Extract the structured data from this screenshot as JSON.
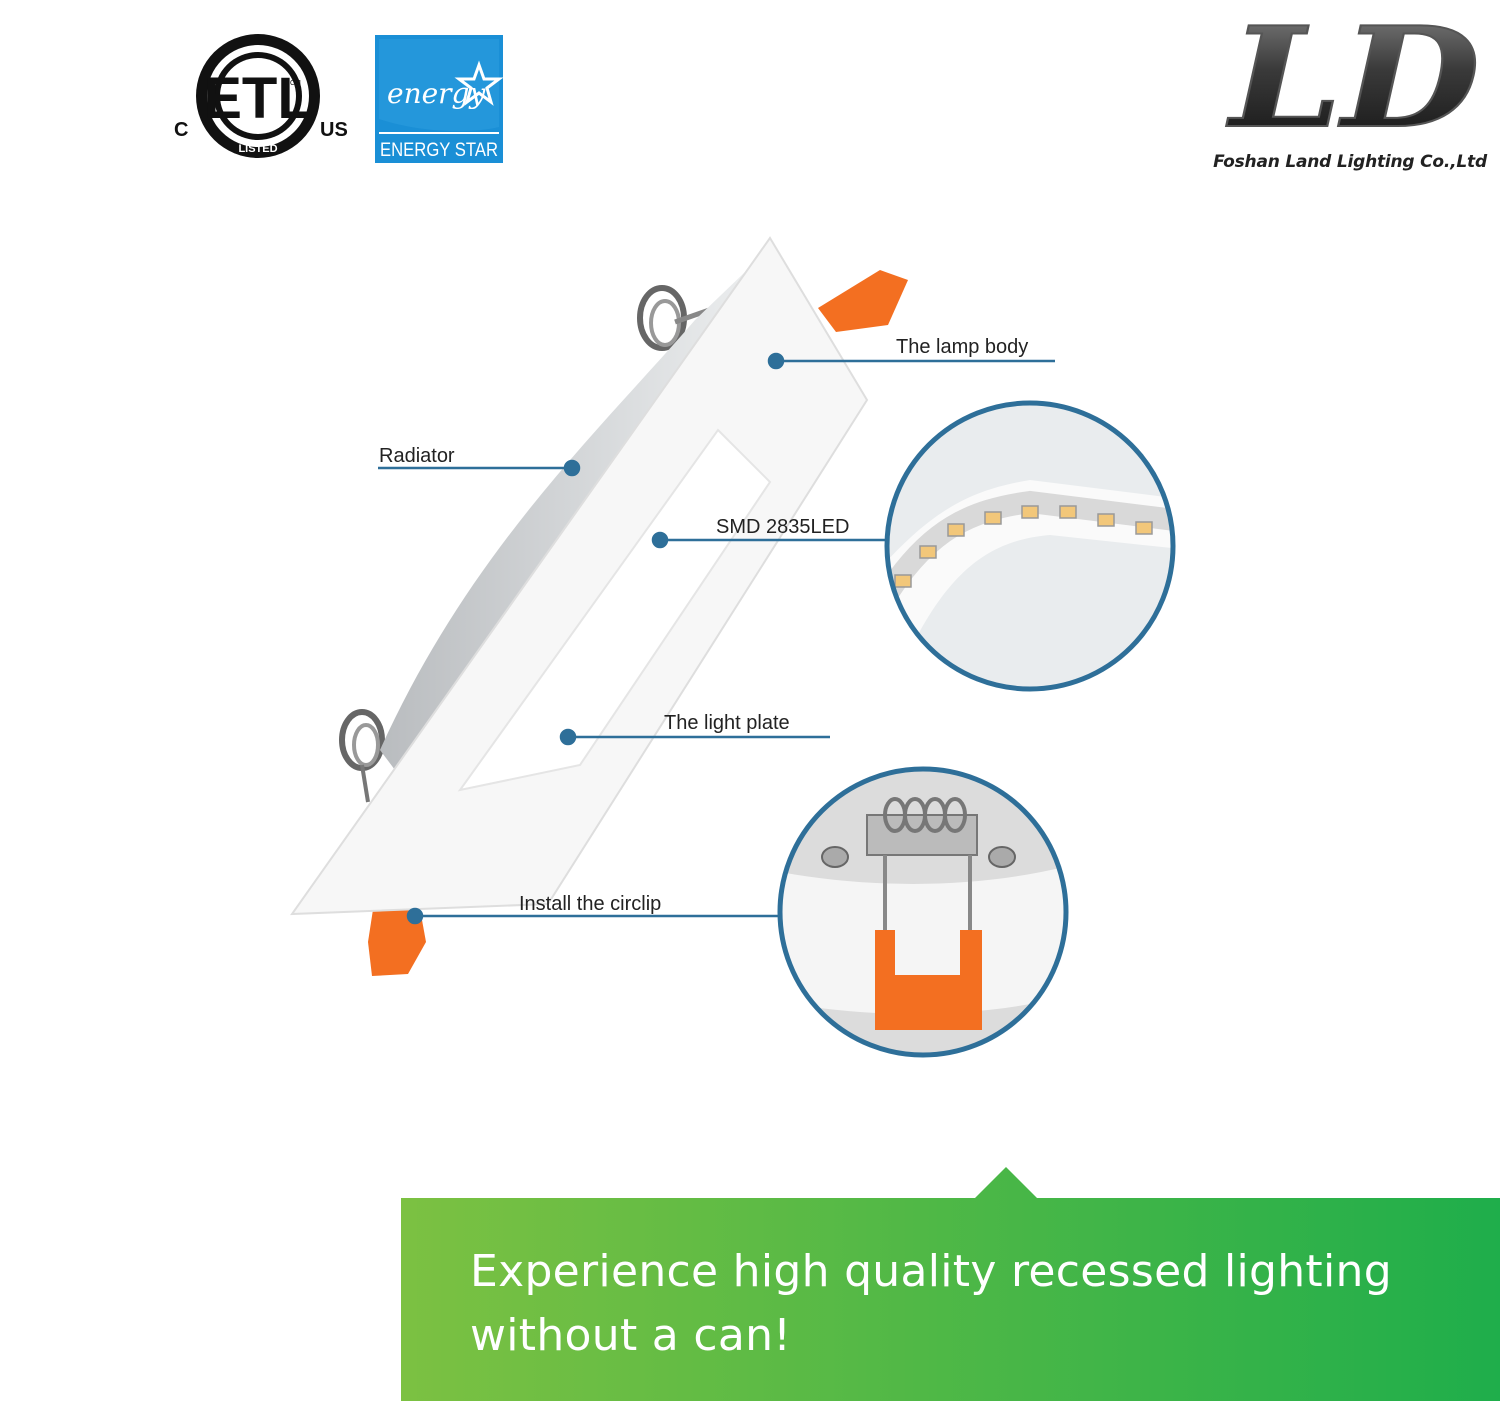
{
  "certifications": {
    "etl": {
      "left_text": "C",
      "right_text": "US",
      "listed_text": "LISTED",
      "mark_text": "ETL",
      "small_text": "CM"
    },
    "energy_star": {
      "script_text": "energy",
      "label": "ENERGY STAR"
    }
  },
  "brand": {
    "logo_text": "LD",
    "company_name": "Foshan Land Lighting Co.,Ltd"
  },
  "callouts": {
    "lamp_body": "The lamp body",
    "radiator": "Radiator",
    "smd": "SMD 2835LED",
    "light_plate": "The light plate",
    "circlip": "Install the circlip"
  },
  "banner": {
    "line1": "Experience high quality recessed lighting",
    "line2": "without a can!"
  },
  "colors": {
    "accent_blue": "#2e6f99",
    "clip_orange": "#f36f21",
    "banner_green_start": "#7cc142",
    "banner_green_end": "#1fae4b",
    "energy_star_blue": "#1a8fd6"
  }
}
